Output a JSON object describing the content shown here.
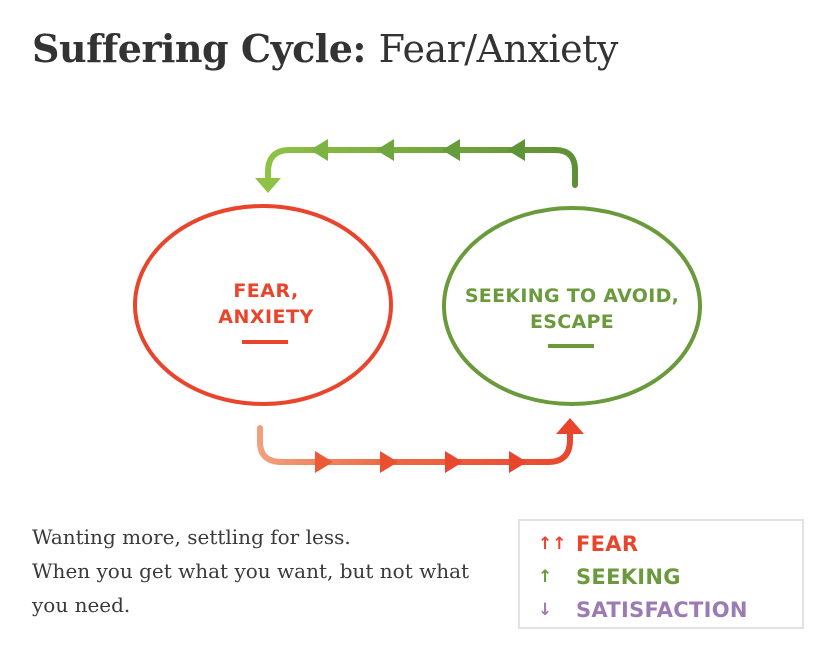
{
  "title": {
    "bold": "Suffering Cycle:",
    "light": "Fear/Anxiety"
  },
  "nodes": {
    "fear": {
      "line1": "FEAR,",
      "line2": "ANXIETY"
    },
    "seeking": {
      "line1": "SEEKING TO AVOID,",
      "line2": "ESCAPE"
    }
  },
  "description": {
    "line1": "Wanting more, settling for less.",
    "line2": "When you get what you want, but not what you need."
  },
  "legend": [
    {
      "arrows": "↑↑",
      "label": "FEAR",
      "color": "#e8452c"
    },
    {
      "arrows": "↑",
      "label": "SEEKING",
      "color": "#6a9a3c"
    },
    {
      "arrows": "↓",
      "label": "SATISFACTION",
      "color": "#9b7bb3"
    }
  ],
  "colors": {
    "fear": "#e8452c",
    "seeking": "#6a9a3c",
    "satisfaction": "#9b7bb3",
    "text": "#333333"
  }
}
